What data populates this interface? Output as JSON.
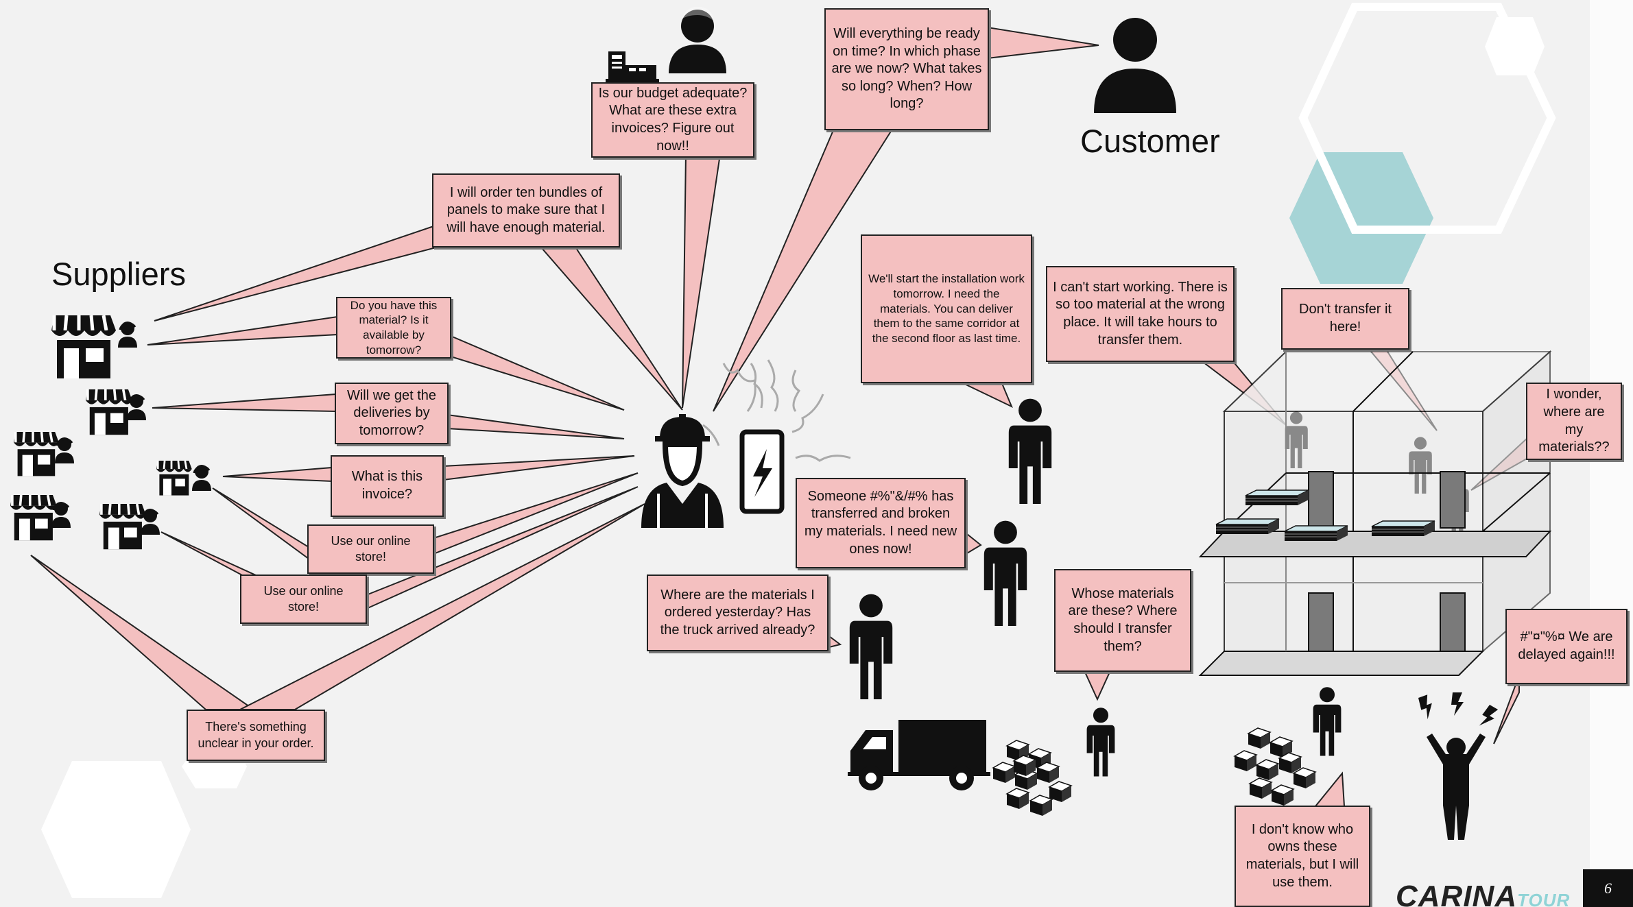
{
  "labels": {
    "suppliers": "Suppliers",
    "customer": "Customer"
  },
  "bubbles": {
    "budget": "Is our budget adequate? What are these extra invoices? Figure out now!!",
    "customer_question": "Will everything be ready on time? In which phase are we now? What takes so long? When? How long?",
    "order_panels": "I will order ten bundles of panels to make sure that I will have enough material.",
    "material_available": "Do you have this material? Is it available by tomorrow?",
    "deliveries": "Will we get the deliveries by tomorrow?",
    "invoice": "What is this invoice?",
    "online_store_1": "Use our online store!",
    "online_store_2": "Use our online store!",
    "unclear_order": "There's something unclear in your order.",
    "installation": "We'll start the installation work tomorrow. I need the materials. You can deliver them to the same corridor at the second floor as last time.",
    "cant_start": "I can't start working. There is so too material at the wrong place. It will take hours to transfer them.",
    "dont_transfer": "Don't transfer it here!",
    "wonder": "I wonder, where are my materials??",
    "broken": "Someone #%\"&/#% has transferred and broken my materials. I need new ones now!",
    "where_materials": "Where are the materials I ordered yesterday? Has the truck arrived already?",
    "whose_materials": "Whose materials are these? Where should I transfer them?",
    "delayed": "#\"¤\"%¤ We are delayed again!!!",
    "dont_know": "I don't know who owns these materials, but I will use them."
  },
  "footer": {
    "brand_main": "CARINA",
    "brand_sub": "TOUR",
    "slide_number": "6"
  },
  "icons": [
    "store-icon",
    "person-headset-icon",
    "cash-register-icon",
    "person-icon",
    "worker-helmet-icon",
    "phone-lightning-icon",
    "truck-icon",
    "boxes-icon",
    "building-icon",
    "lightning-icon",
    "hexagon-decoration"
  ],
  "colors": {
    "bubble_fill": "#f4c0c0",
    "background": "#f2f2f2",
    "accent_teal": "#8fd3d6"
  }
}
